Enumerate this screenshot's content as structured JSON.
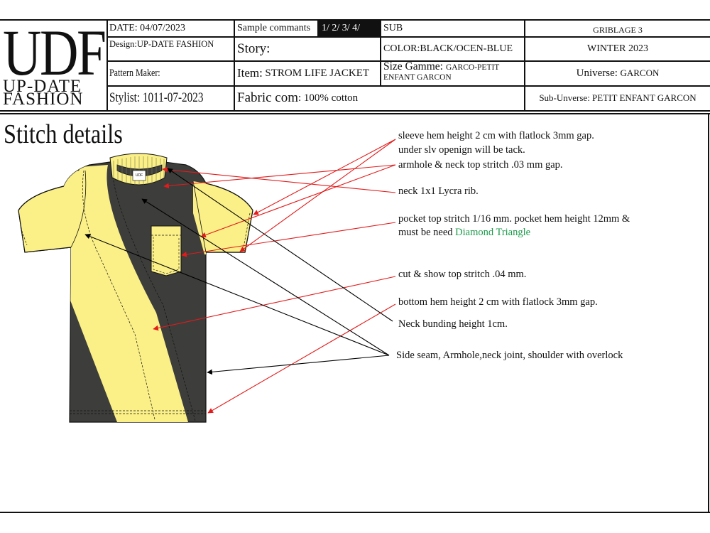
{
  "header": {
    "logo_main": "UDF",
    "logo_sub1": "UP-DATE",
    "logo_sub2": "FASHION",
    "date": "DATE: 04/07/2023",
    "design": "Design:UP-DATE FASHION",
    "pattern_maker": "Pattern Maker:",
    "stylist": "Stylist: 1011-07-2023",
    "sample_comments_label": "Sample commants",
    "sample_comments_value": "1/ 2/ 3/ 4/",
    "story": "Story:",
    "item_label": "Item:",
    "item_value": "STROM LIFE JACKET",
    "fabric_label": "Fabric com",
    "fabric_value": ":  100% cotton",
    "sub": "SUB",
    "color": "COLOR:BLACK/OCEN-BLUE",
    "size_label": "Size Gamme:",
    "size_value1": "GARCO-PETIT",
    "size_value2": "ENFANT GARCON",
    "griblage": "GRIBLAGE 3",
    "season": "WINTER 2023",
    "universe_label": "Universe:",
    "universe_value": "GARCON",
    "sub_universe": "Sub-Unverse: PETIT ENFANT GARCON"
  },
  "section_title": "Stitch details",
  "notes": {
    "sleeve_line1": "sleeve  hem height 2 cm with flatlock 3mm gap.",
    "sleeve_line2": "under slv openign will be tack.",
    "armhole": "armhole & neck top stritch .03 mm gap.",
    "neck_rib": "neck 1x1 Lycra rib.",
    "pocket_line1": "pocket top stritch 1/16 mm. pocket hem height 12mm &",
    "pocket_line2_prefix": "must be need ",
    "pocket_line2_highlight": "Diamond Triangle",
    "cut_show": "cut & show top stritch .04 mm.",
    "bottom_hem": "bottom hem height 2 cm with flatlock 3mm gap.",
    "neck_binding": "Neck bunding height 1cm.",
    "side_seam": "Side seam, Armhole,neck joint, shoulder with overlock"
  },
  "label": {
    "tag_text": "UDF"
  },
  "colors": {
    "garment_dark": "#3d3d3b",
    "garment_yellow": "#fbf087",
    "arrow_red": "#e31b1b",
    "arrow_black": "#000000",
    "highlight_green": "#1c9a4a"
  }
}
